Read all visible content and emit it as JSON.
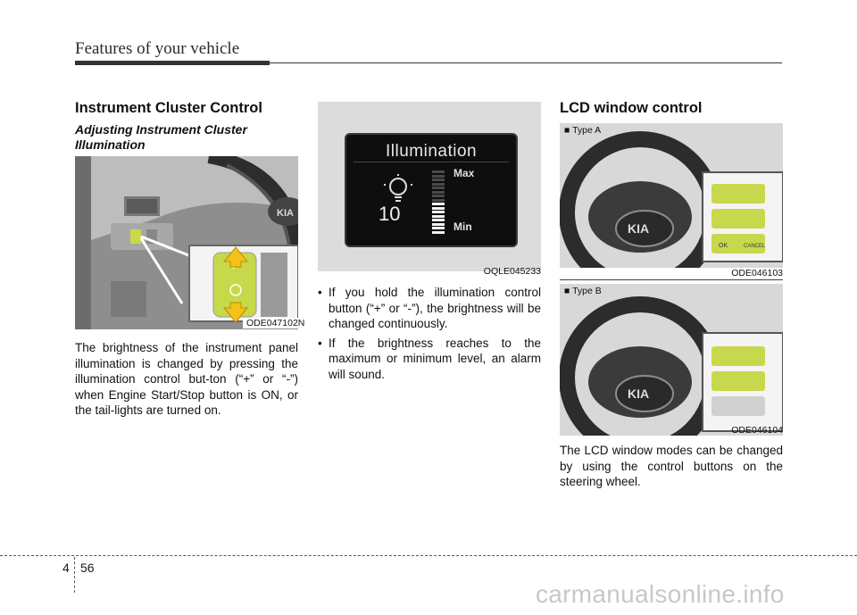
{
  "header": {
    "title": "Features of your vehicle"
  },
  "left_column": {
    "section_title": "Instrument Cluster Control",
    "subsection_title": "Adjusting Instrument Cluster Illumination",
    "image_code": "ODE047102N",
    "body": "The brightness of the instrument panel illumination is changed by pressing the illumination control but-ton (“+” or “-”) when Engine Start/Stop button is ON, or the tail-lights are turned on."
  },
  "middle_column": {
    "lcd": {
      "title": "Illumination",
      "level": "10",
      "max_label": "Max",
      "min_label": "Min",
      "level_fraction": 0.5
    },
    "image_code": "OQLE045233",
    "bullets": [
      "If you hold the illumination control button (“+” or “-”), the brightness will be changed continuously.",
      "If the brightness reaches to the maximum or minimum level, an alarm will sound."
    ]
  },
  "right_column": {
    "section_title": "LCD window control",
    "type_a": {
      "label": "■ Type A",
      "image_code": "ODE046103",
      "buttons": [
        "OK",
        "CANCEL"
      ]
    },
    "type_b": {
      "label": "■ Type B",
      "image_code": "ODE046104"
    },
    "body": "The LCD window modes can be changed by using the control buttons on the steering wheel.",
    "logo_text": "KIA"
  },
  "footer": {
    "chapter": "4",
    "page": "56",
    "watermark": "carmanualsonline.info"
  }
}
